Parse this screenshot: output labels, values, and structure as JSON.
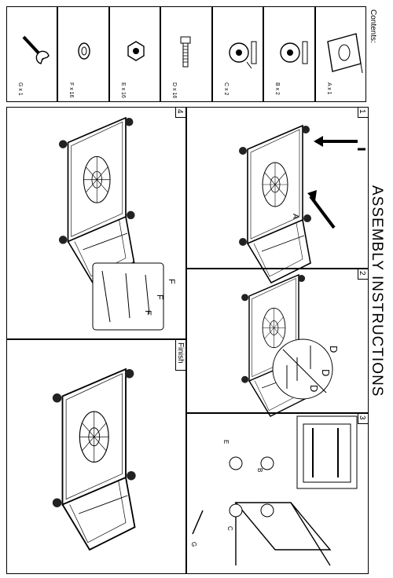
{
  "header": {
    "contents_label": "Contents:",
    "title": "ASSEMBLY   INSTRUCTIONS"
  },
  "parts": [
    {
      "code": "A x 1",
      "icon": "handtruck-frame-icon"
    },
    {
      "code": "B x 2",
      "icon": "swivel-caster-icon"
    },
    {
      "code": "C x 2",
      "icon": "brake-caster-icon"
    },
    {
      "code": "D x 16",
      "icon": "bolt-icon"
    },
    {
      "code": "E x 16",
      "icon": "nut-icon"
    },
    {
      "code": "F x 16",
      "icon": "washer-icon"
    },
    {
      "code": "G x 1",
      "icon": "wrench-icon"
    }
  ],
  "steps": [
    {
      "number": "1",
      "callout": "A"
    },
    {
      "number": "2",
      "callout": "D"
    },
    {
      "number": "3",
      "callout": "E"
    },
    {
      "number": "4",
      "callout": "F"
    },
    {
      "number": "Finish"
    }
  ],
  "callouts": {
    "a": "A",
    "b": "B",
    "c": "C",
    "d": "D",
    "e": "E",
    "f": "F",
    "g": "G"
  }
}
